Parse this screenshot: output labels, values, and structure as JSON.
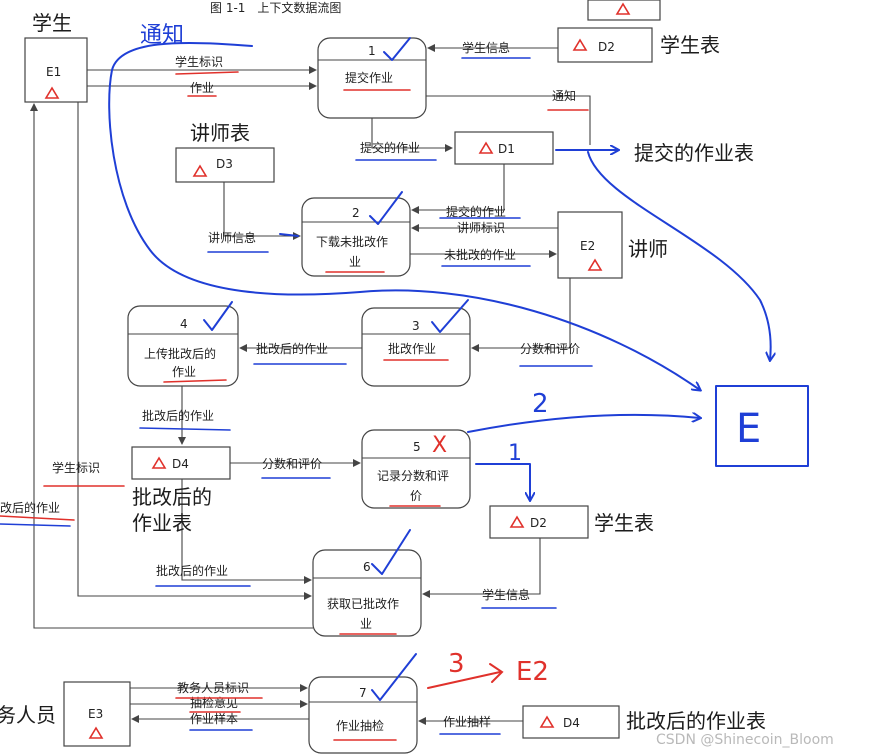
{
  "caption": "图 1-1　上下文数据流图",
  "entities": {
    "e1": "E1",
    "e2": "E2",
    "e3": "E3",
    "e_big": "E"
  },
  "stores": {
    "d2_top": "D2",
    "d1": "D1",
    "d3": "D3",
    "d4_mid": "D4",
    "d2_mid": "D2",
    "d4_bottom": "D4"
  },
  "processes": {
    "p1": {
      "num": "1",
      "label": "提交作业"
    },
    "p2": {
      "num": "2",
      "line1": "下载未批改作",
      "line2": "业"
    },
    "p3": {
      "num": "3",
      "label": "批改作业"
    },
    "p4": {
      "num": "4",
      "line1": "上传批改后的",
      "line2": "作业"
    },
    "p5": {
      "num": "5",
      "line1": "记录分数和评",
      "line2": "价"
    },
    "p6": {
      "num": "6",
      "line1": "获取已批改作",
      "line2": "业"
    },
    "p7": {
      "num": "7",
      "label": "作业抽检"
    }
  },
  "flows": {
    "student_id_1": "学生标识",
    "homework_1": "作业",
    "student_info_1": "学生信息",
    "notice": "通知",
    "submitted_hw_1": "提交的作业",
    "teacher_info": "讲师信息",
    "submitted_hw_2": "提交的作业",
    "teacher_id": "讲师标识",
    "ungraded_hw": "未批改的作业",
    "graded_hw_1": "批改后的作业",
    "score_eval_1": "分数和评价",
    "graded_hw_2": "批改后的作业",
    "score_eval_2": "分数和评价",
    "student_id_2": "学生标识",
    "graded_hw_left": "批改后的作业",
    "graded_hw_3": "批改后的作业",
    "student_info_2": "学生信息",
    "staff_id": "教务人员标识",
    "check_opinion": "抽检意见",
    "hw_sample": "作业样本",
    "hw_sampling": "作业抽样"
  },
  "annotations": {
    "student": "学生",
    "notice_handwritten": "通知",
    "student_table_1": "学生表",
    "submitted_table": "提交的作业表",
    "teacher_table": "讲师表",
    "teacher": "讲师",
    "graded_table_1": "批改后的",
    "graded_table_2": "作业表",
    "student_table_2": "学生表",
    "staff": "务人员",
    "graded_table_3": "批改后的作业表",
    "num_1": "1",
    "num_2": "2",
    "num_3": "3",
    "to_e2": "E2",
    "cross": "X"
  },
  "watermark": "CSDN @Shinecoin_Bloom",
  "colors": {
    "ink_blue": "#1f3fd6",
    "ink_red": "#e0312b",
    "line": "#444444"
  }
}
